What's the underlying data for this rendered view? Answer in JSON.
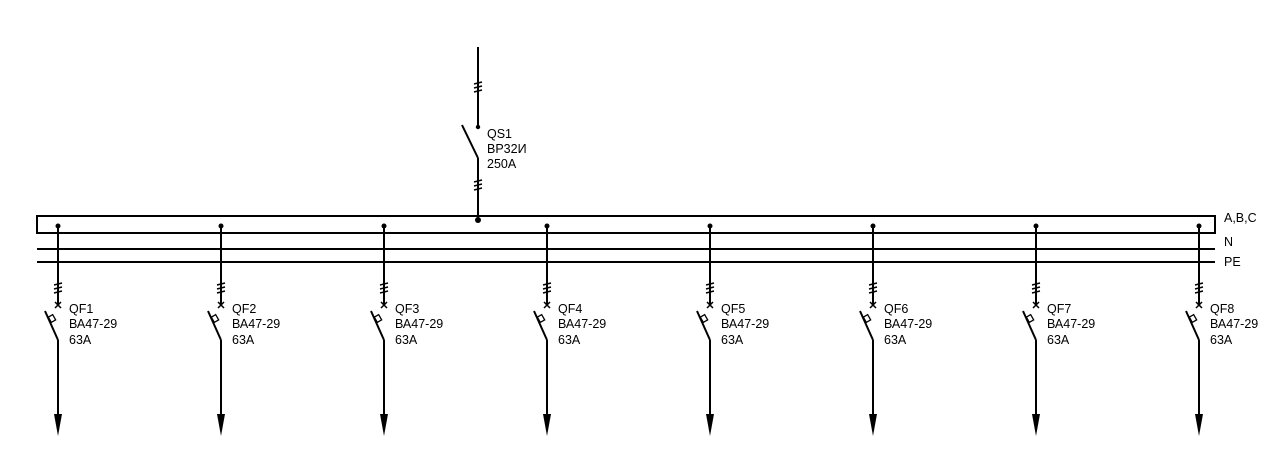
{
  "main_switch": {
    "designation": "QS1",
    "type": "ВР32И",
    "rating": "250А"
  },
  "buses": {
    "phase_label": "A,B,C",
    "neutral_label": "N",
    "pe_label": "PE"
  },
  "feeders": [
    {
      "designation": "QF1",
      "type": "ВА47-29",
      "rating": "63А"
    },
    {
      "designation": "QF2",
      "type": "ВА47-29",
      "rating": "63А"
    },
    {
      "designation": "QF3",
      "type": "ВА47-29",
      "rating": "63А"
    },
    {
      "designation": "QF4",
      "type": "ВА47-29",
      "rating": "63А"
    },
    {
      "designation": "QF5",
      "type": "ВА47-29",
      "rating": "63А"
    },
    {
      "designation": "QF6",
      "type": "ВА47-29",
      "rating": "63А"
    },
    {
      "designation": "QF7",
      "type": "ВА47-29",
      "rating": "63А"
    },
    {
      "designation": "QF8",
      "type": "ВА47-29",
      "rating": "63А"
    }
  ],
  "colors": {
    "line": "#000000",
    "background": "#ffffff"
  }
}
